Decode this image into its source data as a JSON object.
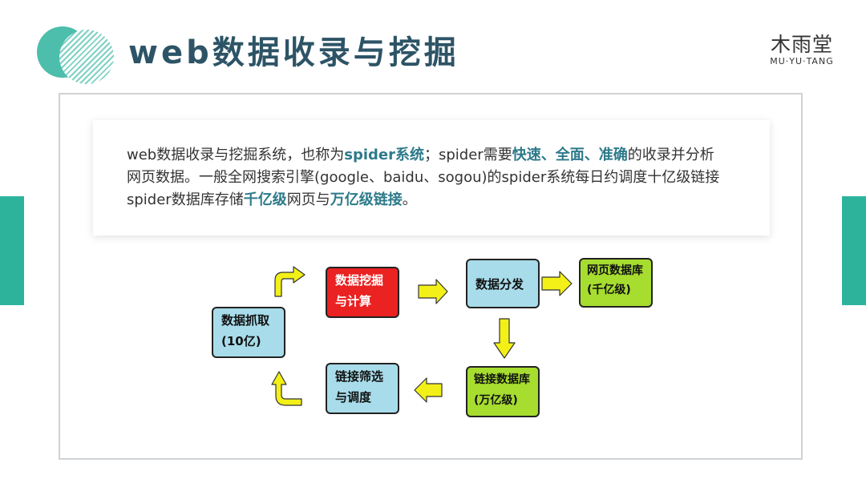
{
  "title": "web数据收录与挖掘",
  "logo": {
    "main": "木雨堂",
    "sub": "MU·YU·TANG"
  },
  "description": {
    "line1_a": "web数据收录与挖掘系统，也称为",
    "line1_b": "spider系统",
    "line1_c": "；spider需要",
    "line1_d": "快速、全面、准确",
    "line1_e": "的收录并分析",
    "line2": "网页数据。一般全网搜索引擎(google、baidu、sogou)的spider系统每日约调度十亿级链接",
    "line3_a": "spider数据库存储",
    "line3_b": "千亿级",
    "line3_c": "网页与",
    "line3_d": "万亿级链接",
    "line3_e": "。"
  },
  "diagram": {
    "crawl": {
      "line1": "数据抓取",
      "line2": "(10亿)"
    },
    "mining": {
      "line1": "数据挖掘",
      "line2": "与计算"
    },
    "dispatch": {
      "line1": "数据分发"
    },
    "webpage_db": {
      "line1": "网页数据库",
      "line2": "(千亿级)"
    },
    "link_db": {
      "line1": "链接数据库",
      "line2": "(万亿级)"
    },
    "filter": {
      "line1": "链接筛选",
      "line2": "与调度"
    }
  },
  "colors": {
    "accent": "#2db39c",
    "title": "#2d5466",
    "highlight": "#2d7a8a",
    "arrow": "#f3f018",
    "box_blue": "#a8dcea",
    "box_red": "#ea2222",
    "box_green": "#a6dd2f"
  }
}
